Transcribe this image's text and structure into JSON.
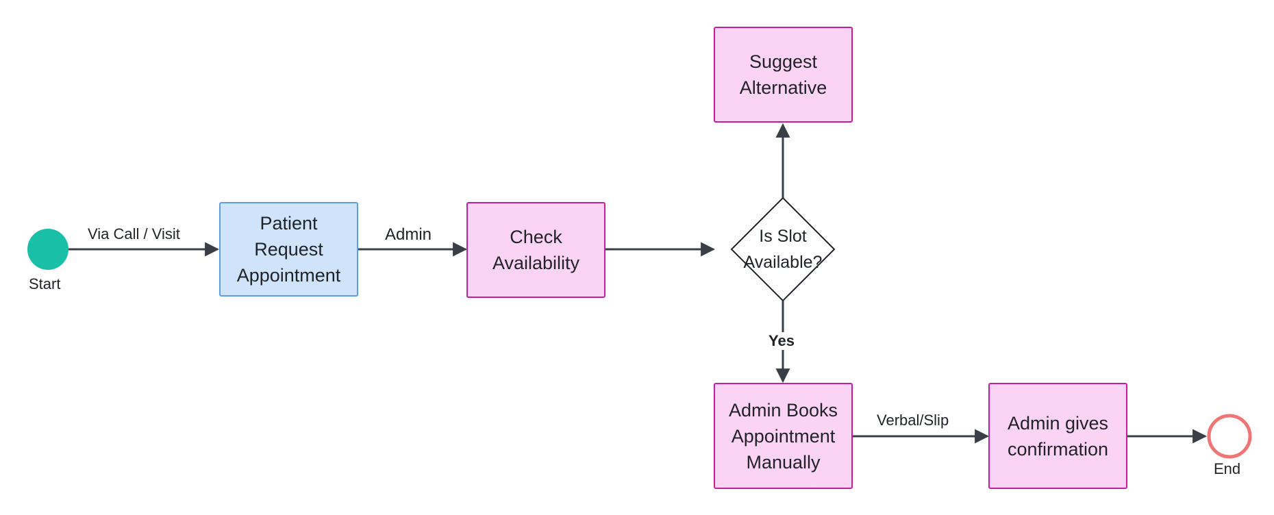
{
  "nodes": {
    "start": {
      "label": "Start",
      "color": "#19bfa6"
    },
    "end": {
      "label": "End",
      "color": "#ef7676"
    },
    "patient_request": {
      "label": "Patient\nRequest\nAppointment",
      "fill": "#cfe3fb",
      "stroke": "#5b9ee3"
    },
    "check_availability": {
      "label": "Check\nAvailability",
      "fill": "#fbd3f4",
      "stroke": "#c1209b"
    },
    "decision": {
      "label": "Is Slot\nAvailable?"
    },
    "suggest_alternative": {
      "label": "Suggest\nAlternative",
      "fill": "#fbd3f4",
      "stroke": "#c1209b"
    },
    "admin_books": {
      "label": "Admin Books\nAppointment\nManually",
      "fill": "#fbd3f4",
      "stroke": "#c1209b"
    },
    "admin_confirms": {
      "label": "Admin gives\nconfirmation",
      "fill": "#fbd3f4",
      "stroke": "#c1209b"
    }
  },
  "edges": {
    "start_to_request": "Via Call / Visit",
    "request_to_check": "Admin",
    "decision_to_book": "Yes",
    "book_to_confirm": "Verbal/Slip"
  },
  "edge_color": "#3a3f47"
}
